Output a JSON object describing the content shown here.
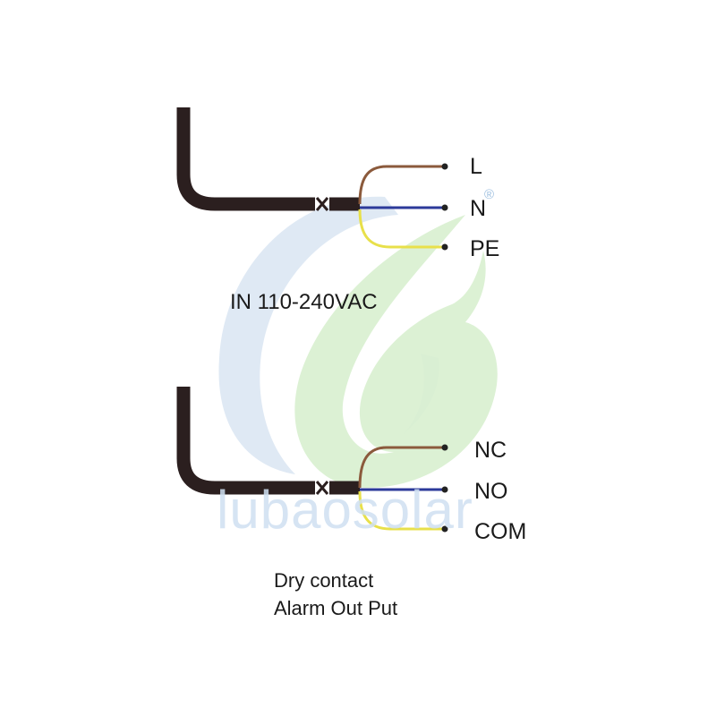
{
  "colors": {
    "cable": "#2b1f1f",
    "live_wire": "#8b5a3c",
    "neutral_wire": "#2c3a9a",
    "earth_wire": "#e8e04a",
    "terminal_dot": "#222222",
    "watermark_blue": "#dbe7f3",
    "watermark_green": "#d8efcf"
  },
  "watermark": {
    "brand": "lubaosolar",
    "registered_mark": "®"
  },
  "power_input": {
    "label": "IN 110-240VAC",
    "terminals": [
      {
        "label": "L",
        "wire": "live"
      },
      {
        "label": "N",
        "wire": "neutral"
      },
      {
        "label": "PE",
        "wire": "earth"
      }
    ]
  },
  "alarm_output": {
    "caption_line1": "Dry contact",
    "caption_line2": "Alarm Out Put",
    "terminals": [
      {
        "label": "NC",
        "wire": "live"
      },
      {
        "label": "NO",
        "wire": "neutral"
      },
      {
        "label": "COM",
        "wire": "earth"
      }
    ]
  }
}
